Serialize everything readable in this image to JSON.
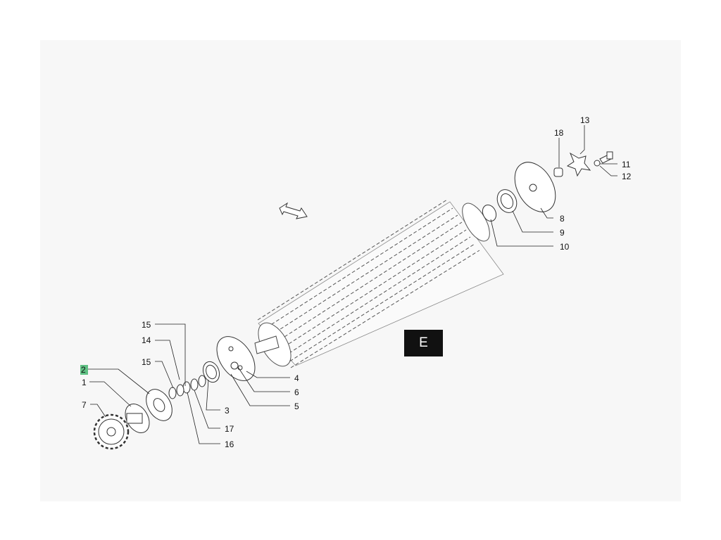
{
  "diagram": {
    "section_label": "E",
    "highlight_color": "#5fc083",
    "callouts": [
      {
        "id": "c2",
        "text": "2",
        "highlighted": true
      },
      {
        "id": "c1",
        "text": "1"
      },
      {
        "id": "c7",
        "text": "7"
      },
      {
        "id": "c15a",
        "text": "15"
      },
      {
        "id": "c14",
        "text": "14"
      },
      {
        "id": "c15b",
        "text": "15"
      },
      {
        "id": "c3",
        "text": "3"
      },
      {
        "id": "c17",
        "text": "17"
      },
      {
        "id": "c16",
        "text": "16"
      },
      {
        "id": "c4",
        "text": "4"
      },
      {
        "id": "c6",
        "text": "6"
      },
      {
        "id": "c5",
        "text": "5"
      },
      {
        "id": "c8",
        "text": "8"
      },
      {
        "id": "c9",
        "text": "9"
      },
      {
        "id": "c10",
        "text": "10"
      },
      {
        "id": "c11",
        "text": "11"
      },
      {
        "id": "c12",
        "text": "12"
      },
      {
        "id": "c13",
        "text": "13"
      },
      {
        "id": "c18",
        "text": "18"
      }
    ]
  }
}
